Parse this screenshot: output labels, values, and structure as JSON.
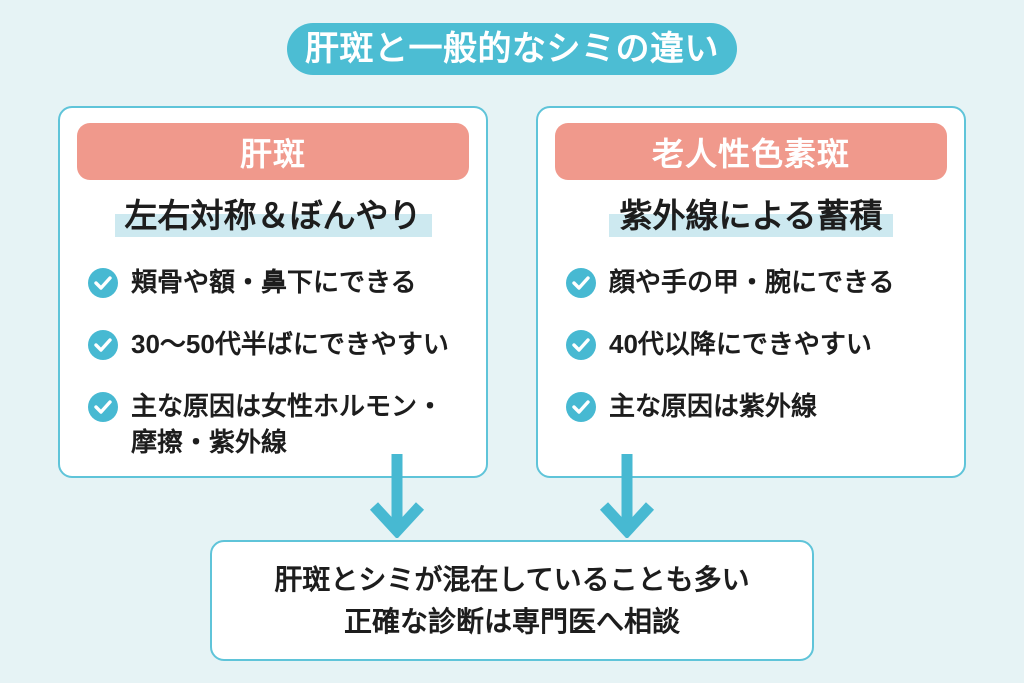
{
  "title": "肝斑と一般的なシミの違い",
  "colors": {
    "background": "#e6f3f5",
    "teal": "#4cbdd3",
    "card_border": "#5fc4d9",
    "salmon_header": "#f0998c",
    "subtitle_highlight": "#cde9f0",
    "check_circle": "#47b9d2",
    "arrow": "#47b9d2",
    "text": "#1d1d1d"
  },
  "cards": [
    {
      "header": "肝斑",
      "subtitle": "左右対称＆ぼんやり",
      "points": [
        "頬骨や額・鼻下にできる",
        "30〜50代半ばにできやすい",
        "主な原因は女性ホルモン・摩擦・紫外線"
      ]
    },
    {
      "header": "老人性色素斑",
      "subtitle": "紫外線による蓄積",
      "points": [
        "顔や手の甲・腕にできる",
        "40代以降にできやすい",
        "主な原因は紫外線"
      ]
    }
  ],
  "conclusion": {
    "line1": "肝斑とシミが混在していることも多い",
    "line2": "正確な診断は専門医へ相談"
  }
}
